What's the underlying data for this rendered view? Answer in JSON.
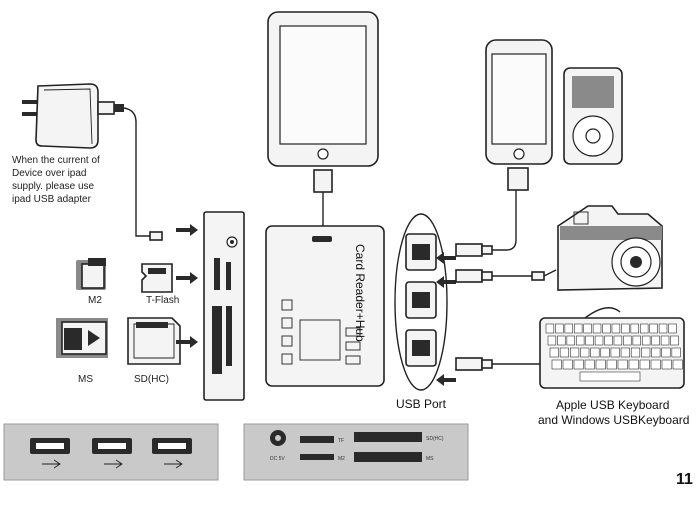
{
  "labels": {
    "adapter_note": [
      "When the current of",
      "Device over ipad",
      "supply. please use",
      "ipad USB adapter"
    ],
    "card_m2": "M2",
    "card_tflash": "T-Flash",
    "card_ms": "MS",
    "card_sd": "SD(HC)",
    "hub_title": "Card Reader+Hub",
    "usb_port": "USB Port",
    "keyboard_line1": "Apple USB Keyboard",
    "keyboard_line2": "and Windows USBKeyboard",
    "panel_sd": "SD(HC)",
    "panel_tf": "TF",
    "panel_m2": "M2",
    "panel_ms": "MS",
    "panel_dc": "DC 5V",
    "page_number": "11"
  },
  "colors": {
    "line": "#222222",
    "panel": "#c9c9c9",
    "background": "#ffffff"
  }
}
